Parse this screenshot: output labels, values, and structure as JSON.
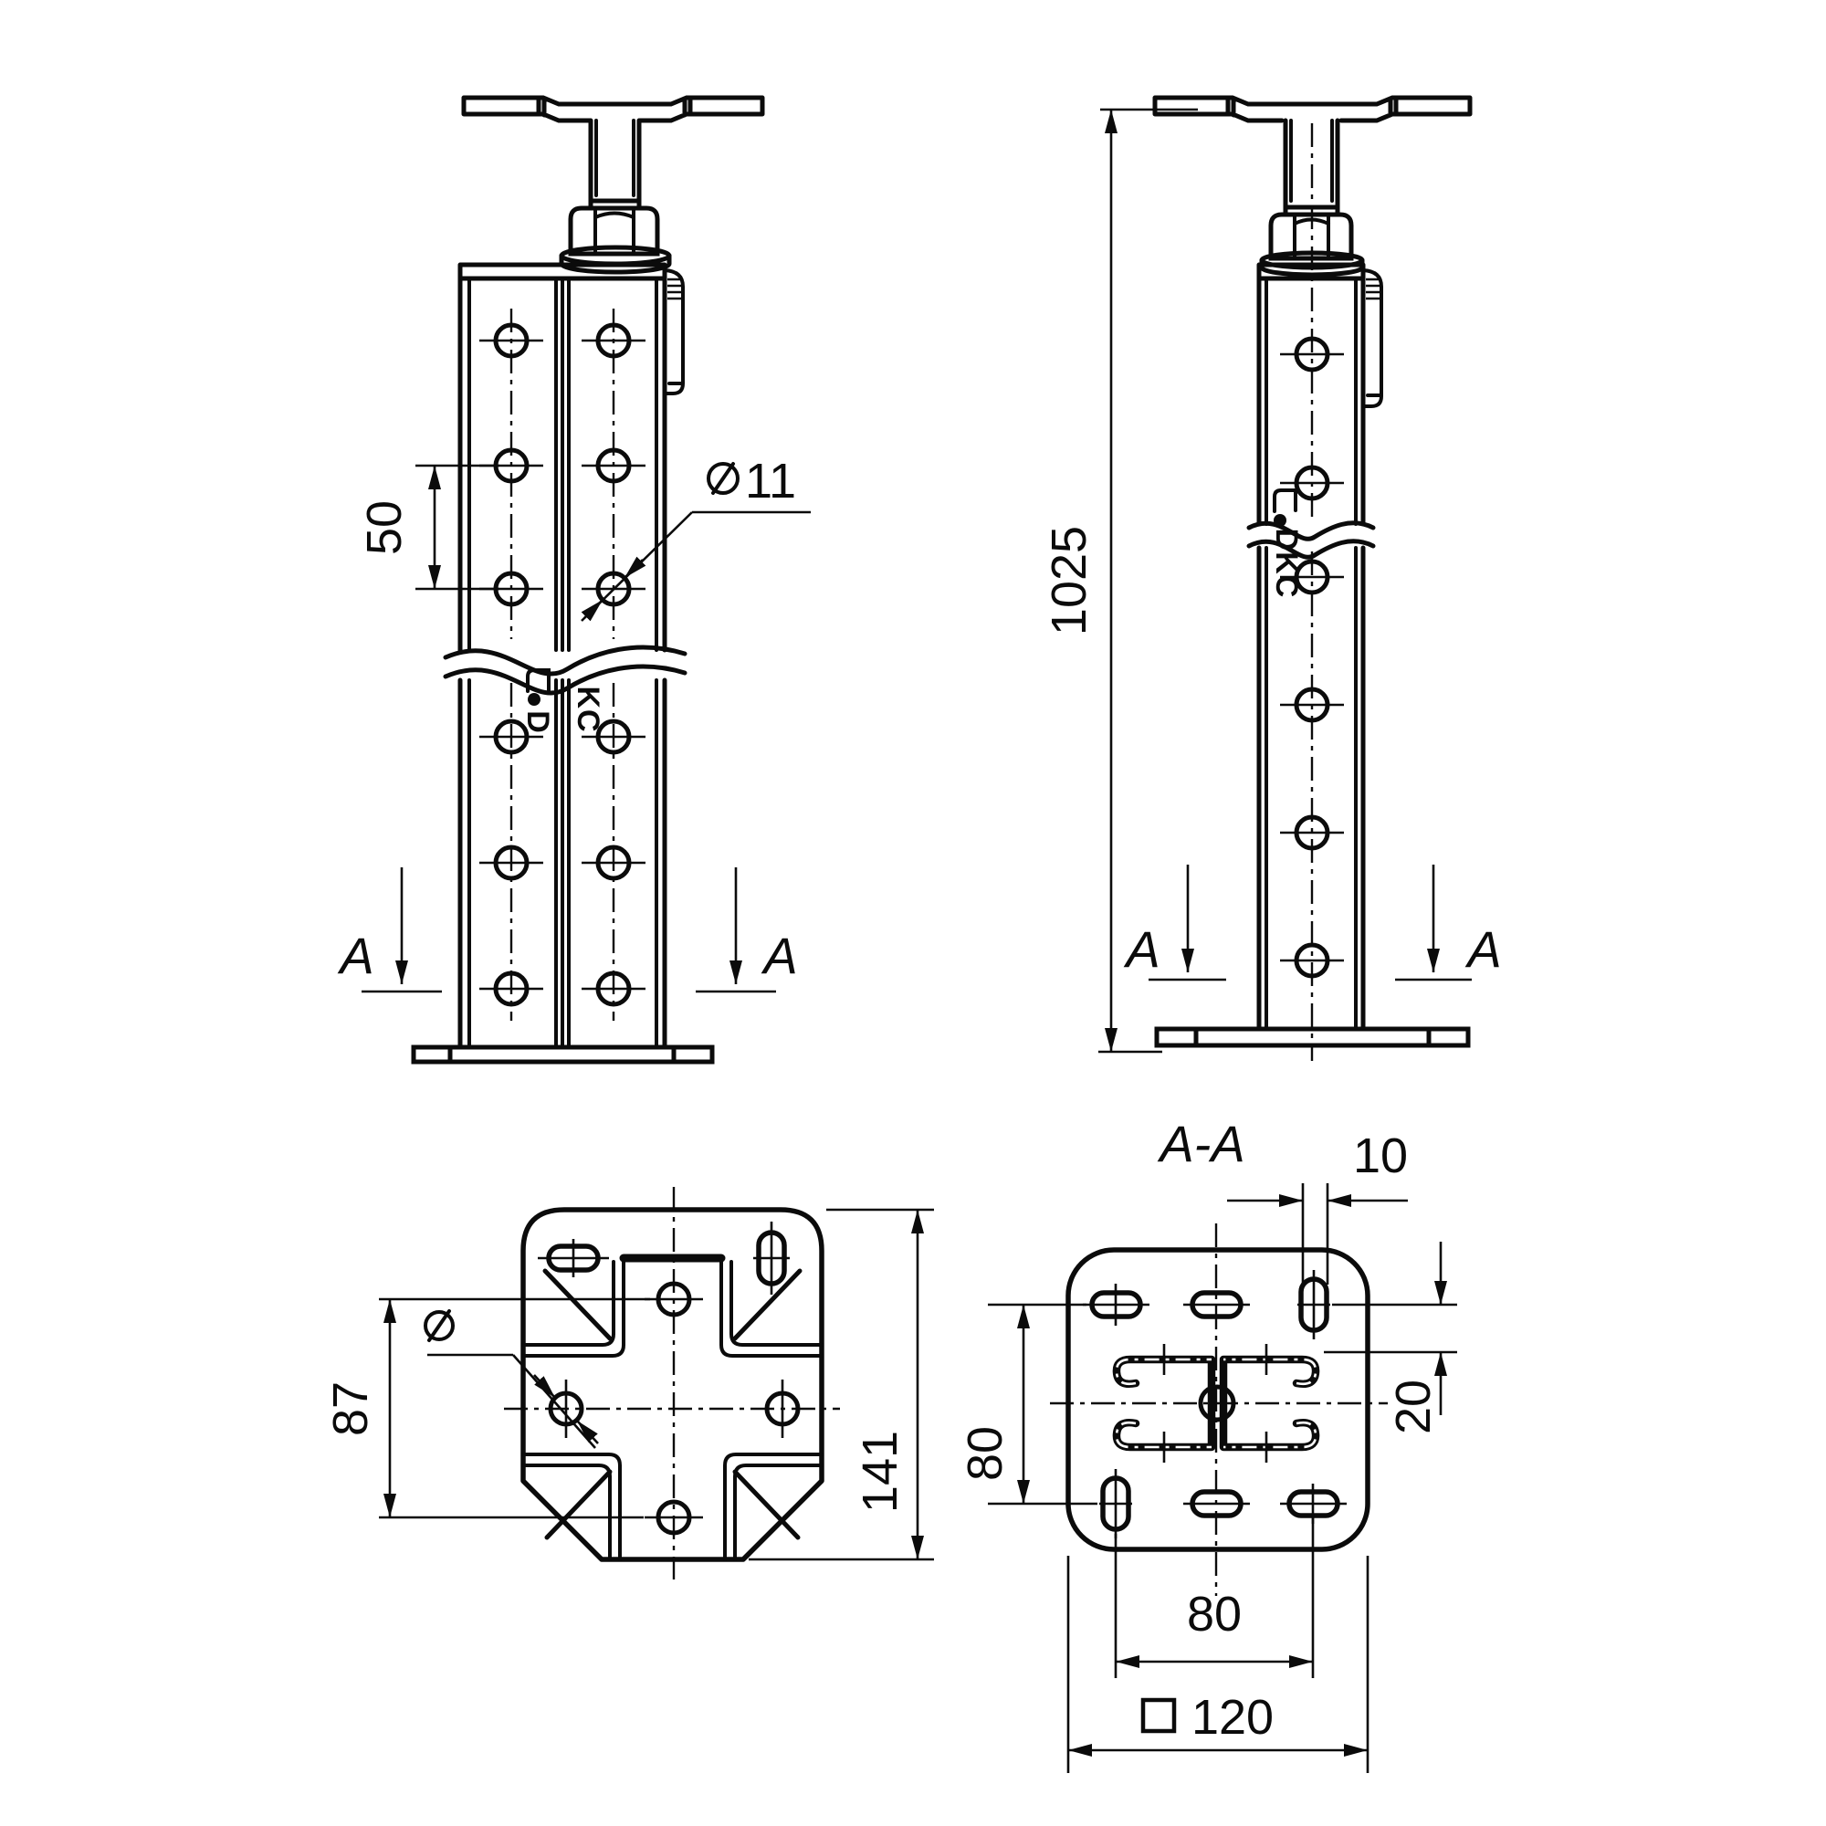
{
  "meta": {
    "type": "engineering-drawing",
    "background": "#ffffff",
    "line_color": "#0b0b0b",
    "brand": "DKC",
    "subject": "adjustable floor-mount pedestal support with perforated double-C column and square base plate"
  },
  "front_view": {
    "dim_hole_spacing": "50",
    "dim_hole_diameter_value": "11",
    "diameter_symbol": "⌀",
    "section_label_left": "A",
    "section_label_right": "A",
    "logo_part1": "D",
    "logo_part2": "KC"
  },
  "side_view": {
    "dim_overall_height": "1025",
    "section_label_left": "A",
    "section_label_right": "A",
    "logo": "DKC"
  },
  "bottom_view": {
    "dim_hole_pitch_vertical": "87",
    "dim_plate_height": "141",
    "diameter_symbol": "⌀"
  },
  "section_view": {
    "title": "A-A",
    "dim_web_gap": "10",
    "dim_flange_offset": "20",
    "dim_slot_pitch_left": "80",
    "dim_slot_pitch_bottom": "80",
    "dim_plate_size": "120",
    "square_symbol": "□"
  }
}
